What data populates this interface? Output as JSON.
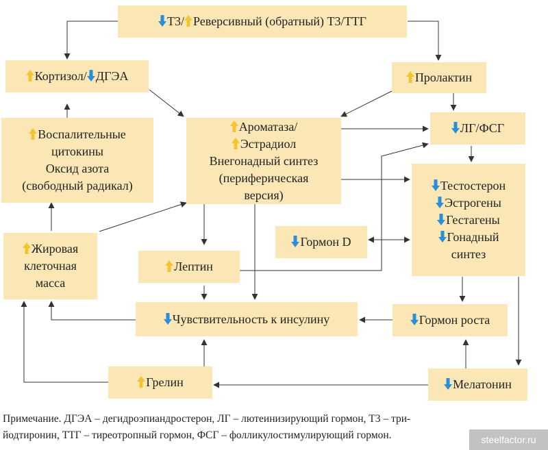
{
  "colors": {
    "box_fill": "#fbe7b5",
    "arrow_up": "#f4c430",
    "arrow_down": "#2a8fd8",
    "edge": "#333333"
  },
  "nodes": {
    "t3": {
      "line1": "Т3/",
      "line2": "Реверсивный (обратный) Т3/ТТГ"
    },
    "cortisol": {
      "line1": "Кортизол/",
      "line2": "ДГЭА"
    },
    "prolactin": {
      "line1": "Пролактин"
    },
    "inflammation": {
      "line1": "Воспалительные",
      "line2": "цитокины",
      "line3": "Оксид азота",
      "line4": "(свободный радикал)"
    },
    "aromatase": {
      "line1": "Ароматаза/",
      "line2": "Эстрадиол",
      "line3": "Внегонадный синтез",
      "line4": "(периферическая",
      "line5": "версия)"
    },
    "lh_fsh": {
      "line1": "ЛГ/ФСГ"
    },
    "gonadal": {
      "line1": "Тестостерон",
      "line2": "Эстрогены",
      "line3": "Гестагены",
      "line4": "Гонадный",
      "line5": "синтез"
    },
    "vitamin_d": {
      "line1": "Гормон D"
    },
    "fat": {
      "line1": "Жировая",
      "line2": "клеточная",
      "line3": "масса"
    },
    "leptin": {
      "line1": "Лептин"
    },
    "insulin": {
      "line1": "Чувствительность к инсулину"
    },
    "growth": {
      "line1": "Гормон роста"
    },
    "ghrelin": {
      "line1": "Грелин"
    },
    "melatonin": {
      "line1": "Мелатонин"
    }
  },
  "note": {
    "line1": "Примечание. ДГЭА – дегидроэпиандростерон, ЛГ – лютеинизирующий гормон, Т3 – три-",
    "line2": "йодтиронин, ТТГ – тиреотропный гормон, ФСГ – фолликулостимулирующий гормон."
  },
  "watermark": "steelfactor.ru"
}
